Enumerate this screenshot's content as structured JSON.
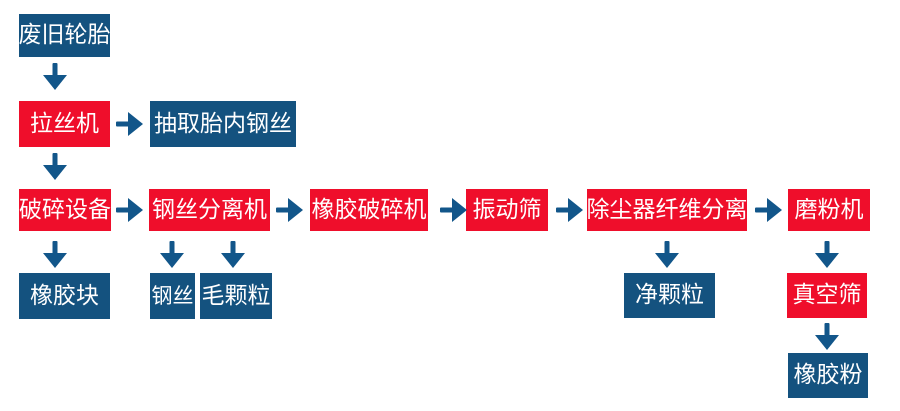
{
  "diagram": {
    "type": "flowchart",
    "nodes": {
      "waste_tires": {
        "label": "废旧轮胎",
        "kind": "material"
      },
      "wire_drawing_machine": {
        "label": "拉丝机",
        "kind": "process"
      },
      "extract_tire_steel_wire": {
        "label": "抽取胎内钢丝",
        "kind": "material"
      },
      "crushing_equipment": {
        "label": "破碎设备",
        "kind": "process"
      },
      "steel_wire_separator": {
        "label": "钢丝分离机",
        "kind": "process"
      },
      "rubber_crusher": {
        "label": "橡胶破碎机",
        "kind": "process"
      },
      "vibrating_screen": {
        "label": "振动筛",
        "kind": "process"
      },
      "dust_collector_fiber_separation": {
        "label": "除尘器纤维分离",
        "kind": "process"
      },
      "grinding_machine": {
        "label": "磨粉机",
        "kind": "process"
      },
      "rubber_block": {
        "label": "橡胶块",
        "kind": "material"
      },
      "steel_wire": {
        "label": "钢丝",
        "kind": "material"
      },
      "raw_granules": {
        "label": "毛颗粒",
        "kind": "material"
      },
      "clean_granules": {
        "label": "净颗粒",
        "kind": "material"
      },
      "vacuum_screen": {
        "label": "真空筛",
        "kind": "process"
      },
      "rubber_powder": {
        "label": "橡胶粉",
        "kind": "material"
      }
    },
    "edges": [
      {
        "from": "waste_tires",
        "to": "wire_drawing_machine",
        "direction": "down"
      },
      {
        "from": "wire_drawing_machine",
        "to": "extract_tire_steel_wire",
        "direction": "right"
      },
      {
        "from": "wire_drawing_machine",
        "to": "crushing_equipment",
        "direction": "down"
      },
      {
        "from": "crushing_equipment",
        "to": "steel_wire_separator",
        "direction": "right"
      },
      {
        "from": "crushing_equipment",
        "to": "rubber_block",
        "direction": "down"
      },
      {
        "from": "steel_wire_separator",
        "to": "rubber_crusher",
        "direction": "right"
      },
      {
        "from": "steel_wire_separator",
        "to": "steel_wire",
        "direction": "down"
      },
      {
        "from": "steel_wire_separator",
        "to": "raw_granules",
        "direction": "down"
      },
      {
        "from": "rubber_crusher",
        "to": "vibrating_screen",
        "direction": "right"
      },
      {
        "from": "vibrating_screen",
        "to": "dust_collector_fiber_separation",
        "direction": "right"
      },
      {
        "from": "dust_collector_fiber_separation",
        "to": "grinding_machine",
        "direction": "right"
      },
      {
        "from": "dust_collector_fiber_separation",
        "to": "clean_granules",
        "direction": "down"
      },
      {
        "from": "grinding_machine",
        "to": "vacuum_screen",
        "direction": "down"
      },
      {
        "from": "vacuum_screen",
        "to": "rubber_powder",
        "direction": "down"
      }
    ]
  },
  "colors": {
    "process_box": "#ef0e2b",
    "material_box": "#14527f",
    "arrow": "#12568a",
    "text": "#ffffff",
    "background": "#ffffff"
  }
}
